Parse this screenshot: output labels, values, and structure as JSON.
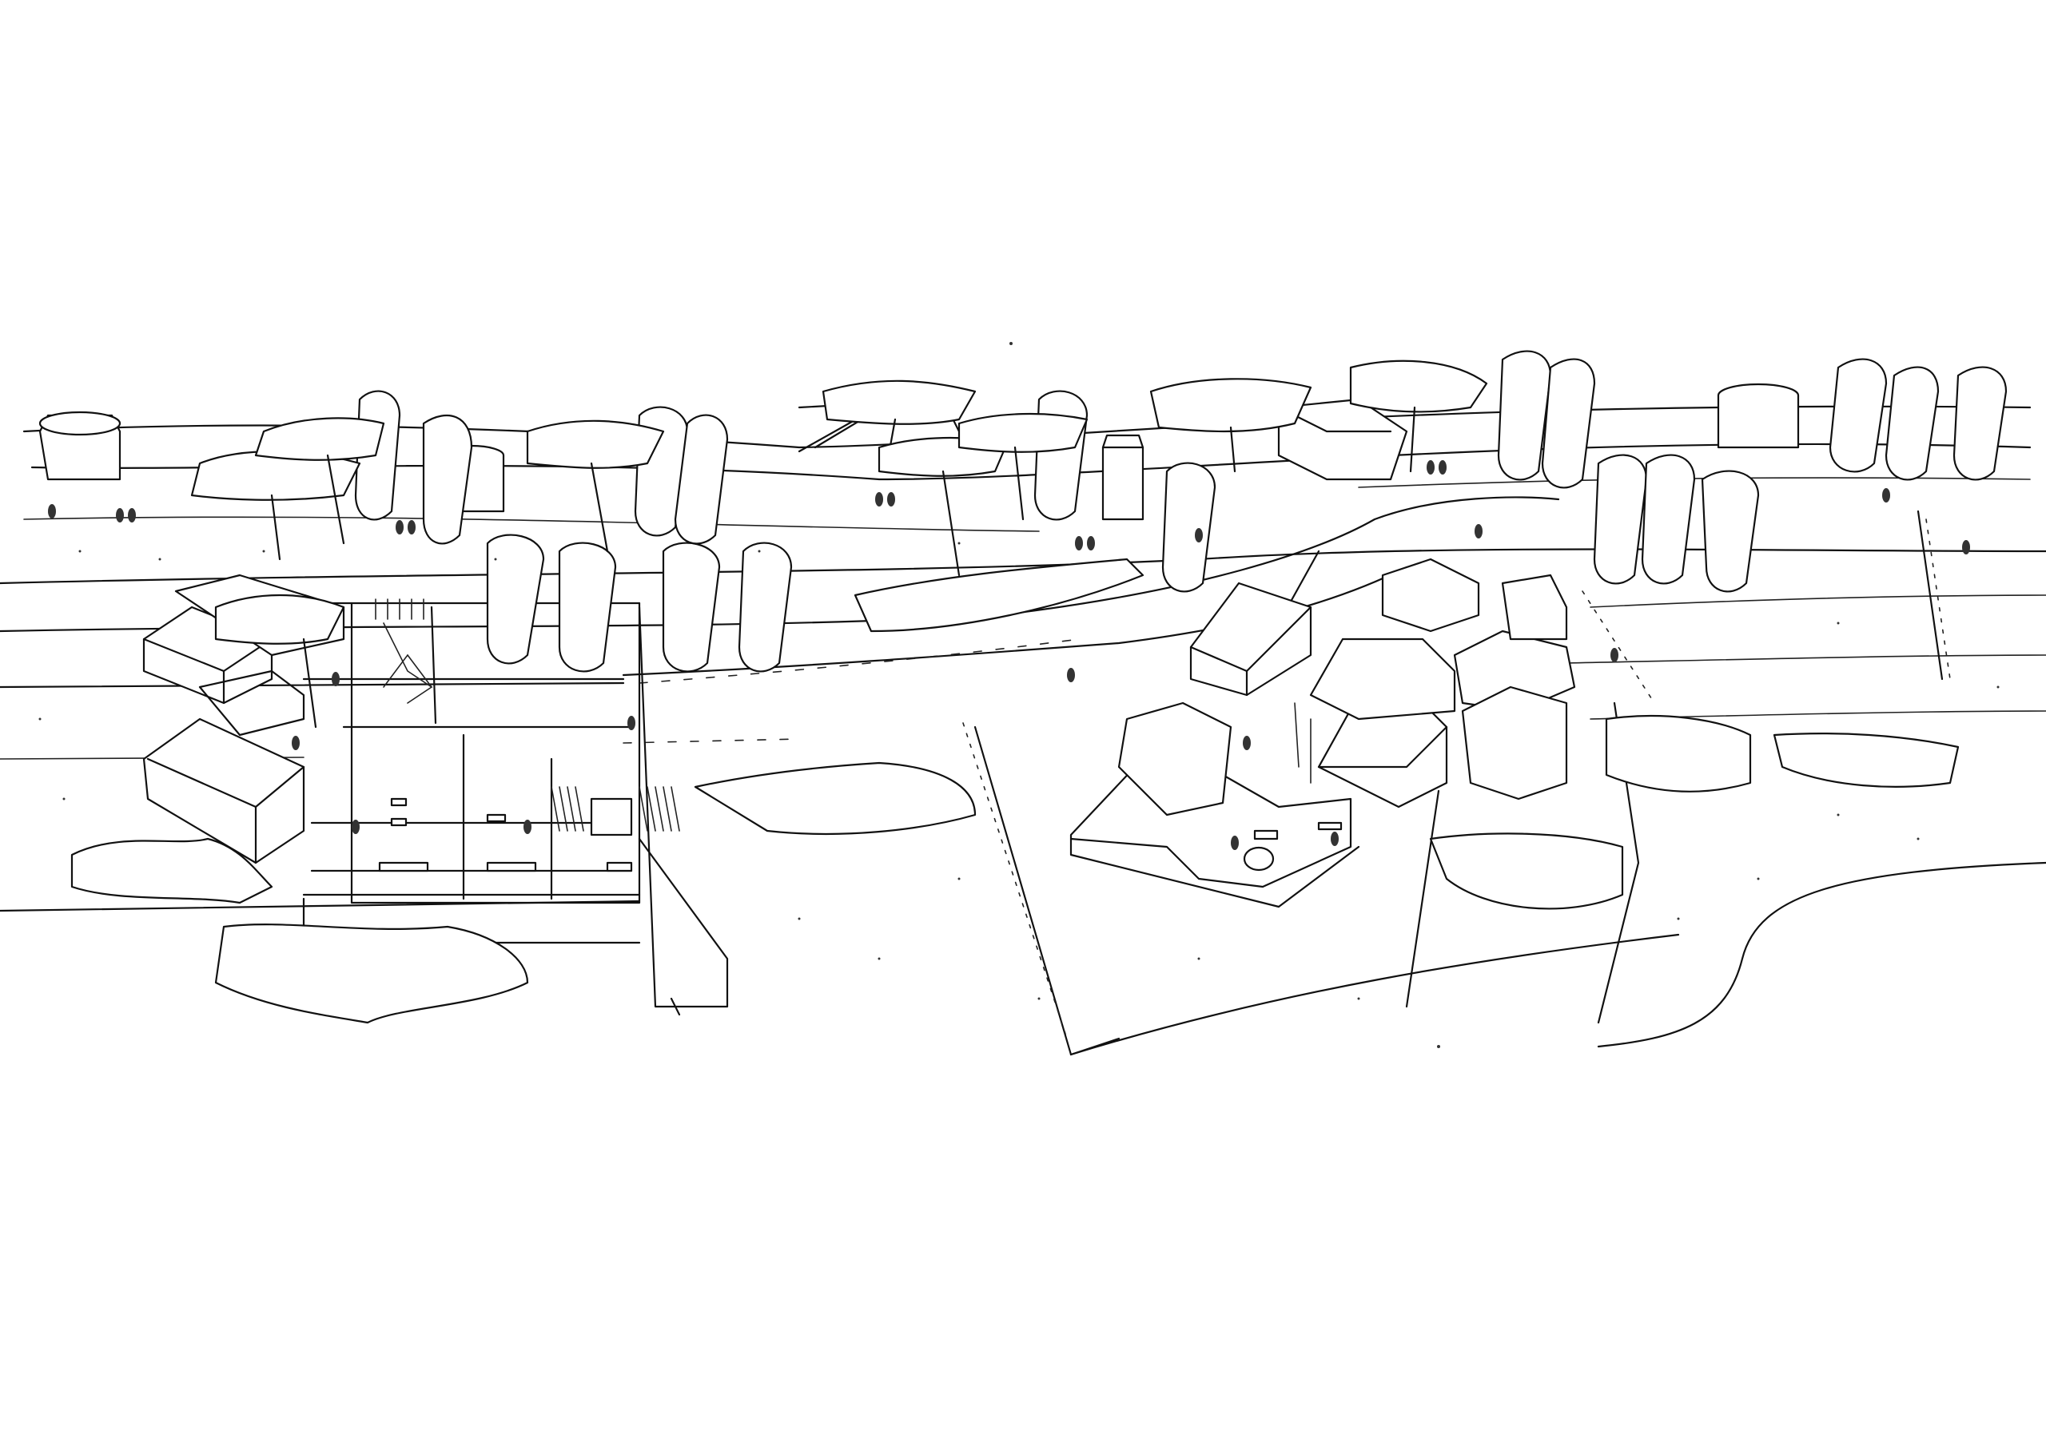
{
  "image": {
    "kind": "hand-drawn architectural aerial sketch",
    "palette": {
      "ink": "#111111",
      "paper": "#ffffff"
    },
    "elements": [
      "roads",
      "plaza",
      "building-blocks",
      "cypress-trees",
      "umbrella-pines",
      "hedges",
      "water-tanks",
      "pedestrians"
    ]
  }
}
